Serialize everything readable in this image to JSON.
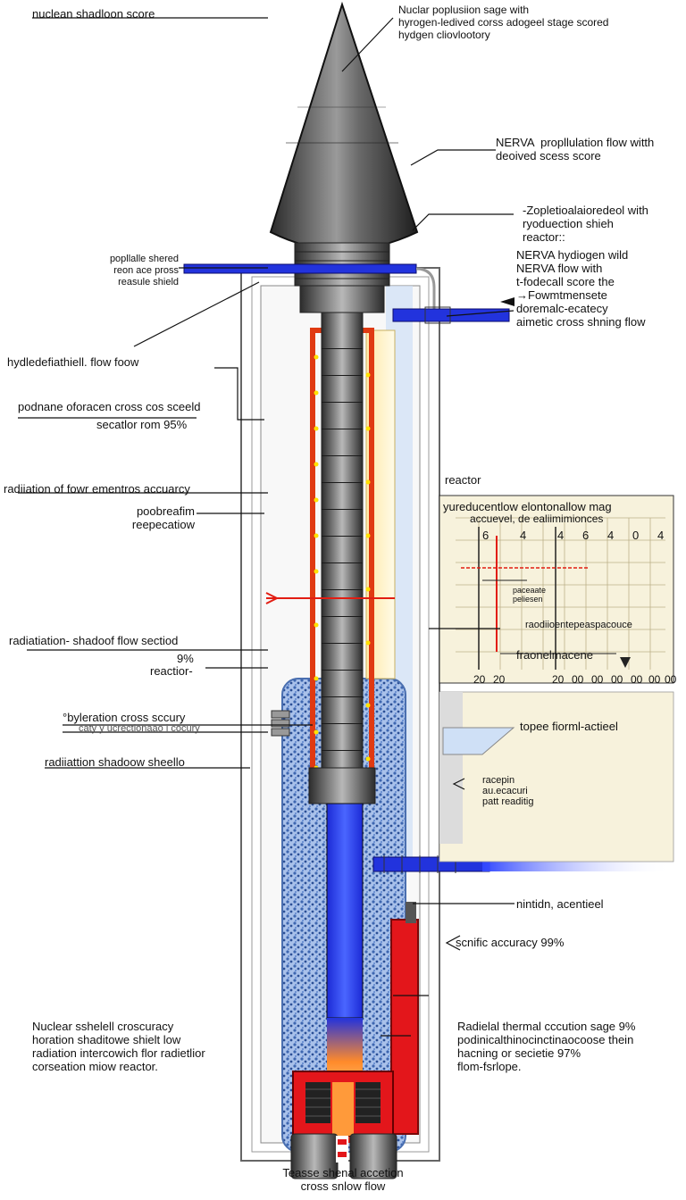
{
  "labels": {
    "top_left": "nuclean shadloon score",
    "top_right": "Nuclar poplusiion sage with\nhyrogen-ledived corss adogeel stage scored\nhydgen cliovlootory",
    "nerva_flow": "NERVA  propllulation flow witth\ndeoived scess score",
    "zoplet": "-Zopletioalaioredeol with\nryoduection shieh\nreactor::",
    "nerva_hydrogen": "NERVA hydiogen wild\nNERVA flow with\nt-fodecall score the\n→Fowmtmensete\ndoremalc-ecatecy\naimetic cross shning flow",
    "popllalle": "popllalle shered\nreon ace pross\nreasule shield",
    "hydle": "hydledefiathiell. flow foow",
    "podnane": "podnane oforacen cross cos sceeld",
    "secator": "secatlor rom 95%",
    "radiation_fow": "radiiation of fowr ementros accuarcy",
    "poobre": "poobreafim\nreepecatiow",
    "radiation_shadof": "radiatiation- shadoof flow sectiod",
    "pct_9": "9%",
    "reactior": "reactior-",
    "byleration": "°byleration cross sccury",
    "byleration_sub": "caty y ucrectionaao i cocury",
    "radiattion_shield": "radiiattion shadoow sheello",
    "reactor_chart": "reactor",
    "chart_title": "yureducentlow elontonallow mag",
    "chart_subtitle": "accuevel, de ealiimimionces",
    "chart_mark1": "paceaate\npeliesen",
    "chart_mark2": "raodiioentepeaspacouce",
    "chart_mark3": "fraonelmacene",
    "topee": "topee fiorml-actieel",
    "racepin": "racepin\nau.ecacuri\npatt readitig",
    "nintidn": "nintidn, acentieel",
    "scnific": "scnific accuracy  99%",
    "nuclear_shelell": "Nuclear sshelell croscuracy\nhoration shaditowe shielt low\nradiation intercowich flor radietlior\ncorseation miow reactor.",
    "radielal": "Radielal thermal cccution sage 9%\npodinicalthinocinctinaocoose thein\nhacning or secietie 97%\nflom-fsrlope.",
    "bottom": "Teasse shenal accetion\ncross snlow flow"
  },
  "chart_data": {
    "type": "diagram",
    "chart_axis_ticks": [
      "20",
      "20",
      "20",
      "00",
      "00",
      "00",
      "00",
      "00",
      "00"
    ],
    "chart_top_ticks": [
      "6",
      "4",
      "4",
      "6",
      "4",
      "0",
      "4"
    ],
    "colors": {
      "coolant": "#2233dd",
      "heat": "#dd2211",
      "shield": "#3d6fb3",
      "rod": "#555555",
      "chart_bg": "#f7f2dc"
    }
  }
}
